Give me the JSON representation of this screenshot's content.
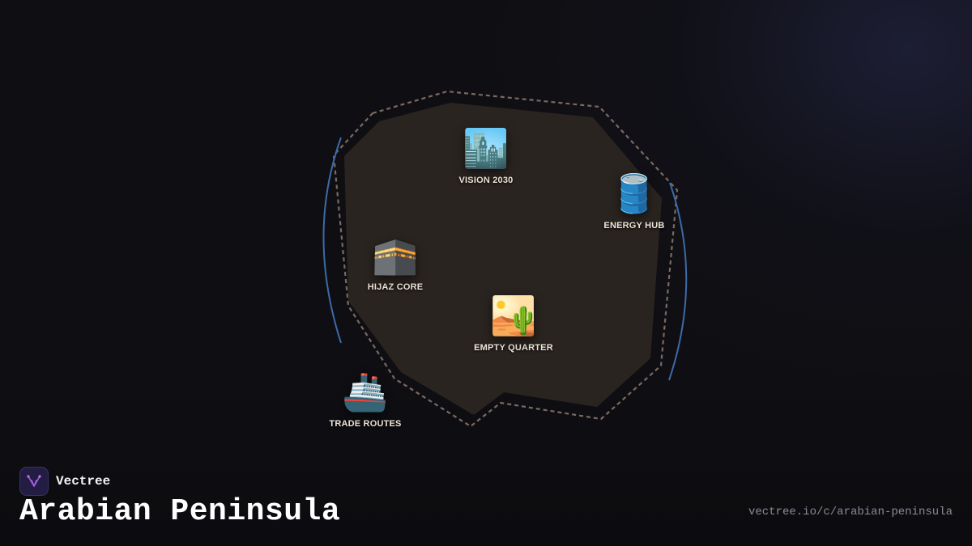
{
  "brand": {
    "name": "Vectree",
    "logo_icon": "vectree-logo-icon"
  },
  "page": {
    "title": "Arabian Peninsula",
    "url": "vectree.io/c/arabian-peninsula"
  },
  "colors": {
    "background": "#0f0f13",
    "land": "#2a2420",
    "border_dashes": "#7a6a60",
    "arc": "#3d6aa8",
    "logo_accent": "#a860e0"
  },
  "markers": [
    {
      "key": "vision",
      "label": "VISION 2030",
      "emoji": "🏙️",
      "icon": "cityscape-icon"
    },
    {
      "key": "energy",
      "label": "ENERGY HUB",
      "emoji": "🛢️",
      "icon": "oil-drum-icon"
    },
    {
      "key": "hijaz",
      "label": "HIJAZ CORE",
      "emoji": "🕋",
      "icon": "kaaba-icon"
    },
    {
      "key": "empty",
      "label": "EMPTY QUARTER",
      "emoji": "🏜️",
      "icon": "desert-icon"
    },
    {
      "key": "trade",
      "label": "TRADE ROUTES",
      "emoji": "🚢",
      "icon": "ship-icon"
    }
  ]
}
